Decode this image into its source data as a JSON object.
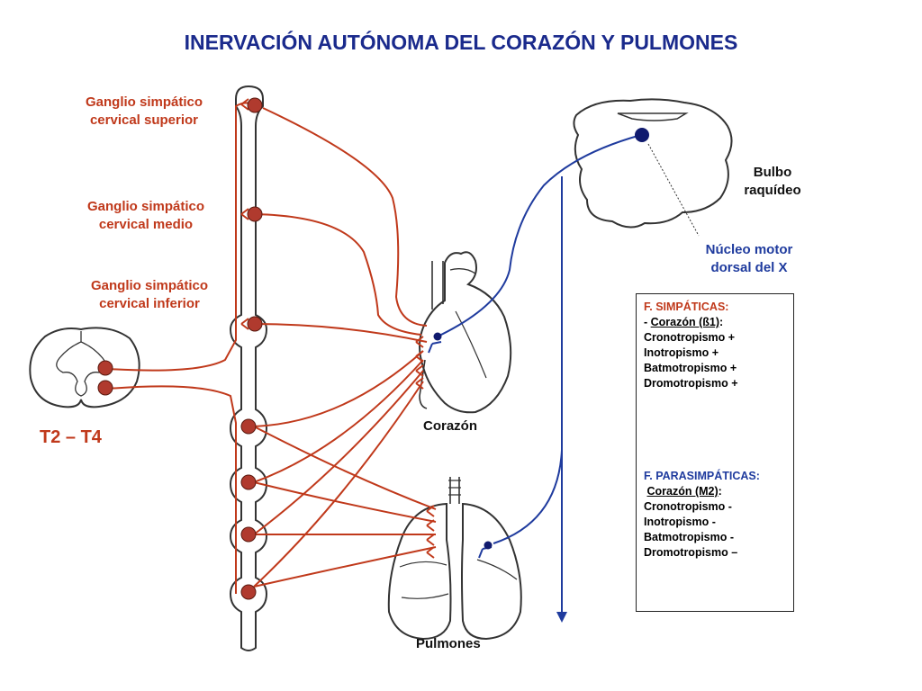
{
  "title": "INERVACIÓN AUTÓNOMA DEL CORAZÓN Y PULMONES",
  "labels": {
    "ganglio_superior": [
      "Ganglio simpático",
      "cervical superior"
    ],
    "ganglio_medio": [
      "Ganglio simpático",
      "cervical medio"
    ],
    "ganglio_inferior": [
      "Ganglio simpático",
      "cervical inferior"
    ],
    "segment": "T2 – T4",
    "bulbo": [
      "Bulbo",
      "raquídeo"
    ],
    "nucleo": [
      "Núcleo motor",
      "dorsal del X"
    ],
    "corazon": "Corazón",
    "pulmones": "Pulmones"
  },
  "info_box": {
    "simpaticas_title": "F. SIMPÁTICAS:",
    "simpaticas_target_prefix": "- ",
    "simpaticas_target": "Corazón (ß1)",
    "simpaticas_colon": ":",
    "simpaticas_effects": [
      "Cronotropismo +",
      "Inotropismo +",
      "Batmotropismo +",
      "Dromotropismo +"
    ],
    "parasimpaticas_title": "F. PARASIMPÁTICAS:",
    "parasimpaticas_target": "Corazón (M2)",
    "parasimpaticas_colon": ":",
    "parasimpaticas_effects": [
      "Cronotropismo -",
      "Inotropismo -",
      "Batmotropismo -",
      "Dromotropismo –"
    ]
  },
  "colors": {
    "sympathetic": "#c0391b",
    "parasympathetic": "#1f3b9e",
    "ganglion_fill": "#b03a2e",
    "outline": "#333333"
  }
}
